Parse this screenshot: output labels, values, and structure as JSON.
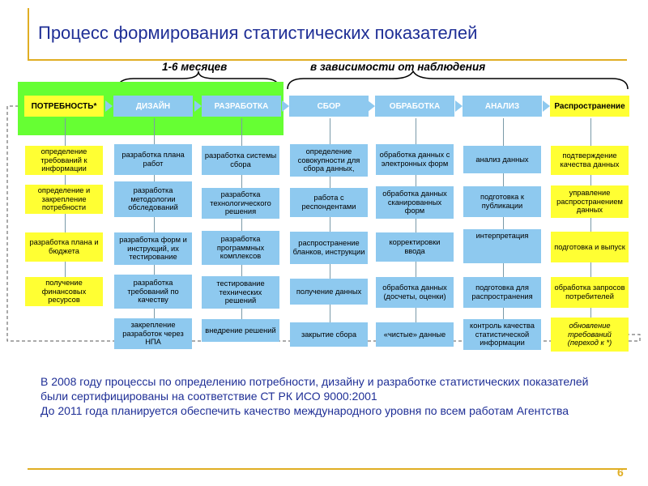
{
  "title": "Процесс формирования статистических показателей",
  "page_number": "6",
  "durations": [
    "1-6 месяцев",
    "в зависимости от наблюдения"
  ],
  "columns": [
    {
      "head": "ПОТРЕБНОСТЬ*",
      "color": "#ffff33",
      "items": [
        "определение требований к информации",
        "определение и закрепление потребности",
        "разработка плана и бюджета",
        "получение финансовых ресурсов"
      ]
    },
    {
      "head": "ДИЗАЙН",
      "color": "#8ec9ef",
      "items": [
        "разработка плана работ",
        "разработка методологии обследований",
        "разработка форм и инструкций, их тестирование",
        "разработка требований по качеству",
        "закрепление разработок через НПА"
      ]
    },
    {
      "head": "РАЗРАБОТКА",
      "color": "#8ec9ef",
      "items": [
        "разработка системы сбора",
        "разработка технологического решения",
        "разработка программных комплексов",
        "тестирование технических решений",
        "внедрение решений"
      ]
    },
    {
      "head": "СБОР",
      "color": "#8ec9ef",
      "items": [
        "определение совокупности для сбора данных,",
        "работа с респондентами",
        "распространение бланков, инструкции",
        "получение данных",
        "закрытие сбора"
      ]
    },
    {
      "head": "ОБРАБОТКА",
      "color": "#8ec9ef",
      "items": [
        "обработка данных с электронных форм",
        "обработка данных сканированных форм",
        "корректировки ввода",
        "обработка данных (досчеты, оценки)",
        "«чистые» данные"
      ]
    },
    {
      "head": "АНАЛИЗ",
      "color": "#8ec9ef",
      "items": [
        "анализ данных",
        "подготовка к публикации",
        "интерпретация",
        "подготовка для распространения",
        "контроль качества статистической информации"
      ]
    },
    {
      "head": "Распространение",
      "color": "#ffff33",
      "items": [
        "подтверждение качества данных",
        "управление распространением данных",
        "подготовка и выпуск",
        "обработка запросов потребителей",
        "обновление требований (переход к *)"
      ]
    }
  ],
  "footer": [
    "В 2008 году процессы по определению потребности, дизайну и разработке статистических показателей были сертифицированы на соответствие СТ РК ИСО 9000:2001",
    "До 2011 года планируется обеспечить качество международного уровня по всем работам Агентства"
  ]
}
